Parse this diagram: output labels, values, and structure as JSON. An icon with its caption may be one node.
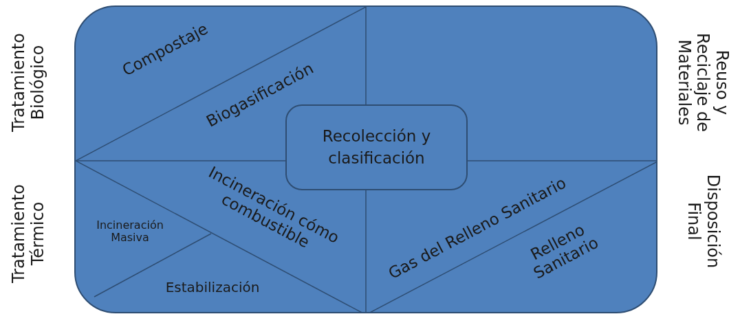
{
  "diagram": {
    "nodes": [
      {
        "text": [
          "Compostaje",
          "Biogasificación",
          "Incineración cómo combustible",
          "Incineración Masiva",
          "Estabilización",
          "Gas del Relleno Sanitario",
          "Relleno Sanitario"
        ]
      },
      {
        "text": [
          "Recolección y clasificación"
        ],
        "in": 0
      }
    ],
    "labels": [
      "Tratamiento Biológico",
      "Reuso y Reciclaje de Materiales",
      "Tratamiento Térmico",
      "Disposición Final"
    ]
  }
}
